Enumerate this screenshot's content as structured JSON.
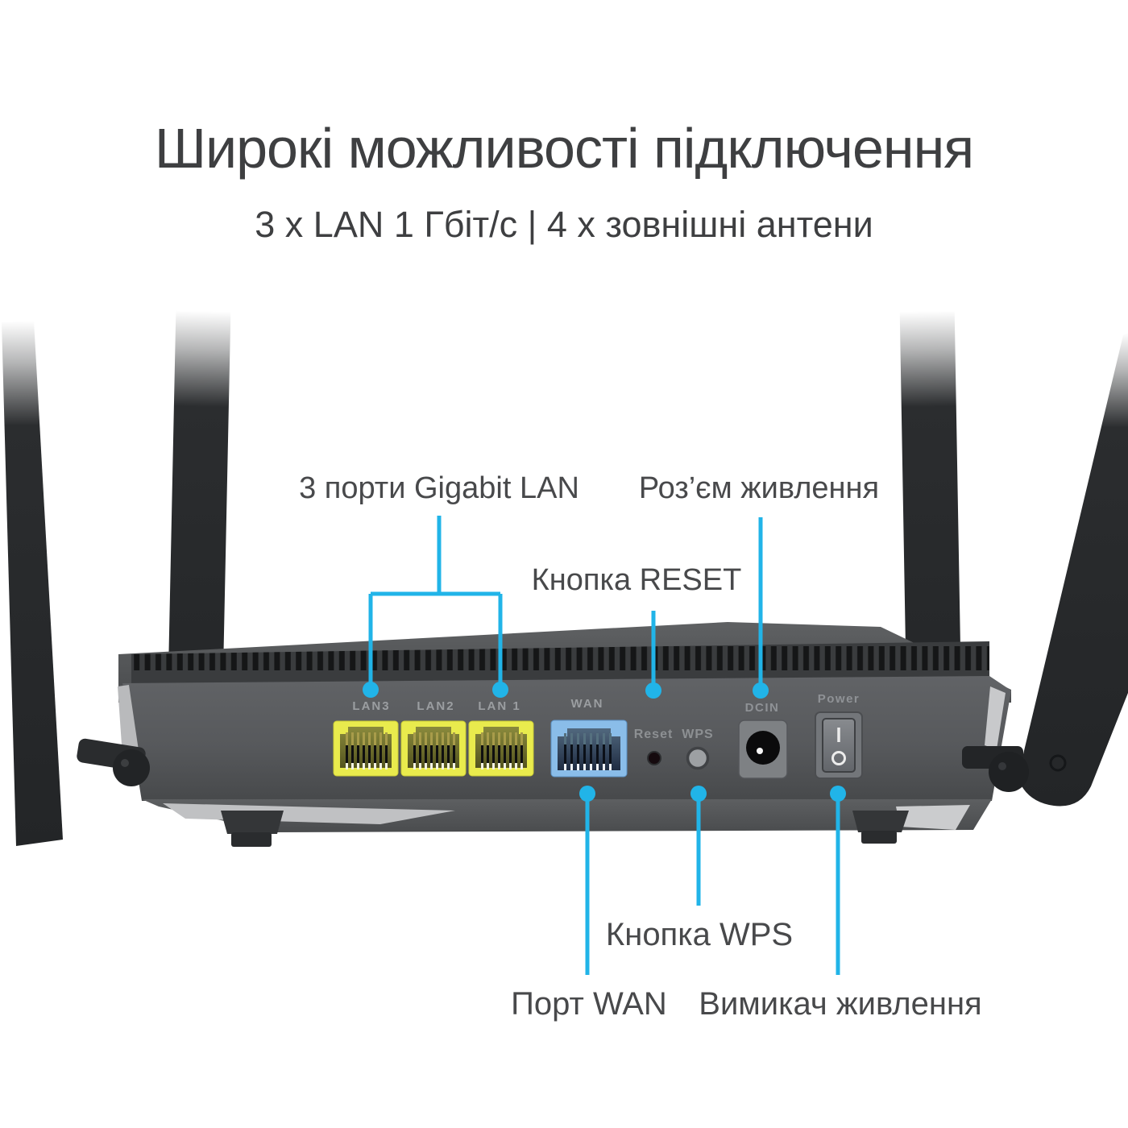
{
  "title": "Широкі можливості підключення",
  "subtitle": "3 x LAN 1 Гбіт/с | 4 x зовнішні антени",
  "callouts": {
    "lan_ports": "3 порти Gigabit LAN",
    "power_jack": "Роз’єм живлення",
    "reset_button": "Кнопка RESET",
    "wps_button": "Кнопка WPS",
    "wan_port": "Порт WAN",
    "power_switch": "Вимикач живлення"
  },
  "panel_labels": {
    "lan3": "LAN3",
    "lan2": "LAN2",
    "lan1": "LAN 1",
    "wan": "WAN",
    "reset": "Reset",
    "wps": "WPS",
    "dcin": "DCIN",
    "power": "Power"
  },
  "power_switch_glyphs": {
    "on": "I",
    "off": "O"
  },
  "colors": {
    "accent": "#21b4e8",
    "lan_port_yellow": "#e9eb4d",
    "wan_port_blue": "#8abde9",
    "text_dark": "#3e3f41",
    "text_callout": "#48494b"
  }
}
